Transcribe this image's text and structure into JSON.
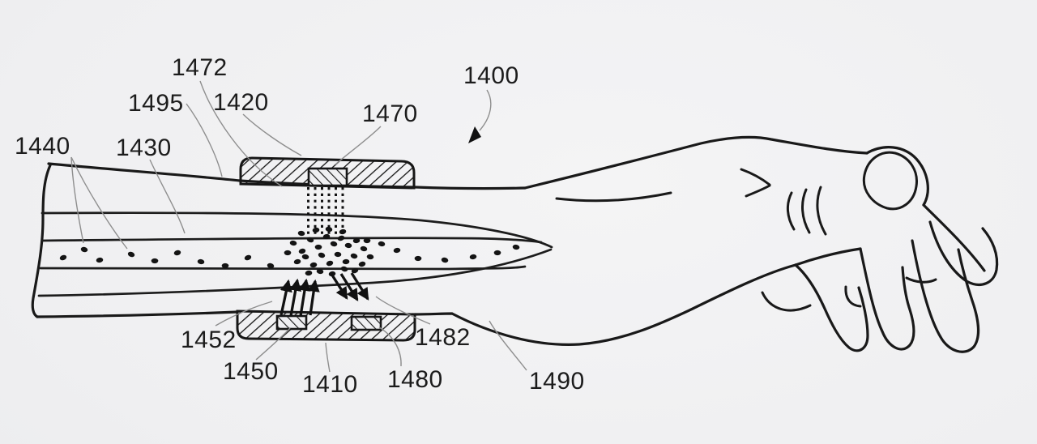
{
  "figure": {
    "type": "patent-line-drawing",
    "subject": "wrist-worn ultrasonic sensor device on forearm and hand cross-section",
    "ink_color": "#1a1a1a",
    "leader_line_color": "#8e8e8e",
    "background_color": "#ededef",
    "labels": {
      "n1400": "1400",
      "n1410": "1410",
      "n1420": "1420",
      "n1430": "1430",
      "n1440": "1440",
      "n1450": "1450",
      "n1452": "1452",
      "n1470": "1470",
      "n1472": "1472",
      "n1480": "1480",
      "n1482": "1482",
      "n1490": "1490",
      "n1495": "1495"
    }
  }
}
